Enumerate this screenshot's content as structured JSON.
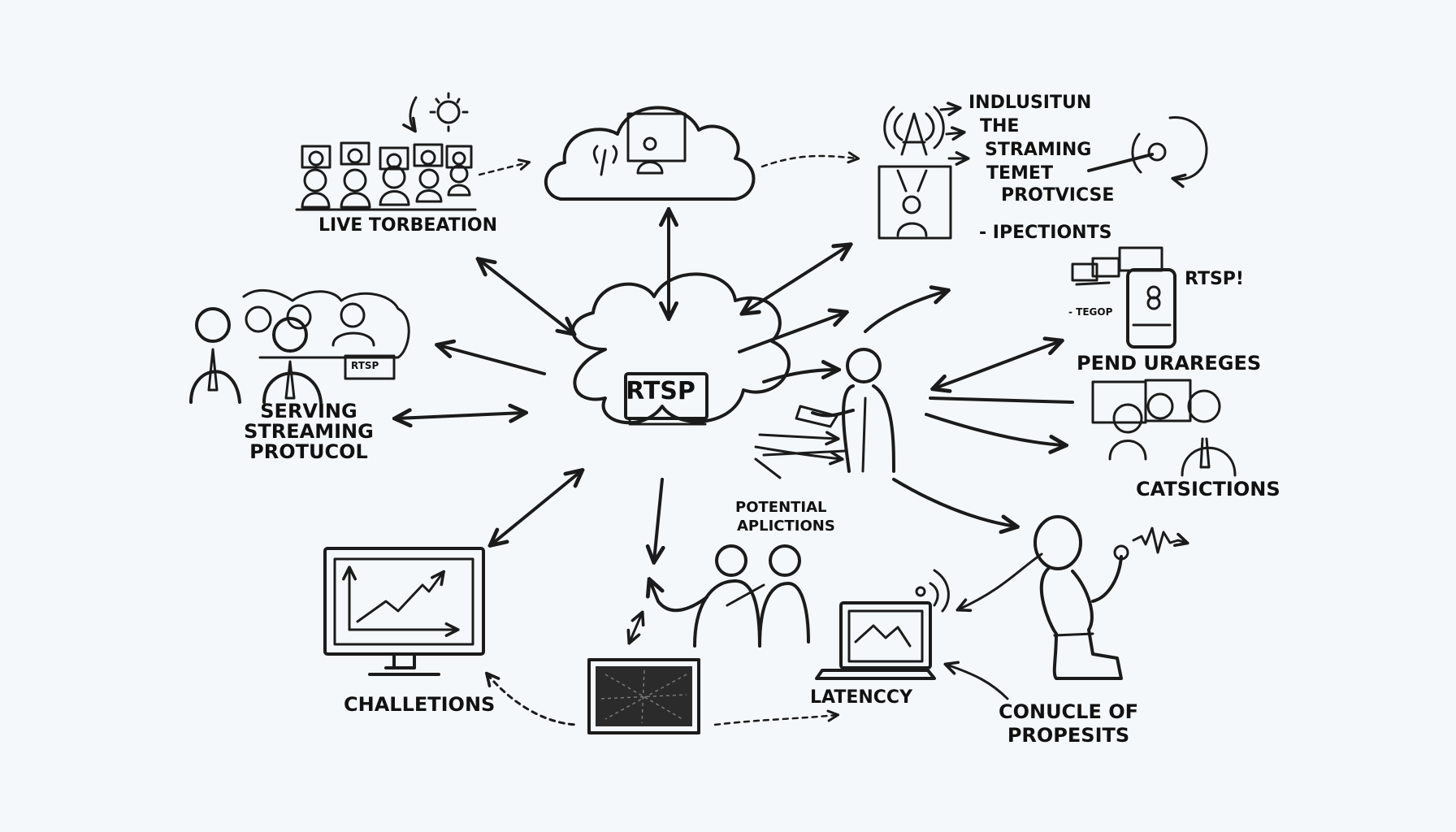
{
  "hub": {
    "label": "RTSP"
  },
  "nodes": {
    "live_transmission": {
      "label": "LIVE TORBEATION"
    },
    "serving": {
      "lines": [
        "SERVING",
        "STREAMING",
        "PROTUCOL"
      ]
    },
    "cloud_top_badge": {
      "label": ""
    },
    "left_badge": {
      "label": "RTSP"
    },
    "top_right_list": {
      "items": [
        "INDLUSITUN",
        "THE",
        "STRAMING",
        "TEMET",
        "PROTVICSE"
      ]
    },
    "top_right_note": {
      "label": "- IPECTIONTS"
    },
    "phone": {
      "label": "RTSP!",
      "side_note": "- TEGOP"
    },
    "pend_urareges": {
      "label": "PEND URAREGES"
    },
    "catsictions": {
      "label": "CATSICTIONS"
    },
    "potential": {
      "lines": [
        "POTENTIAL",
        "APLICTIONS"
      ]
    },
    "challetions": {
      "label": "CHALLETIONS"
    },
    "latency": {
      "label": "LATENCCY"
    },
    "conucle": {
      "lines": [
        "CONUCLE OF",
        "PROPESITS"
      ]
    }
  },
  "colors": {
    "ink": "#1b1b1b",
    "paper": "#f5f8fa"
  }
}
